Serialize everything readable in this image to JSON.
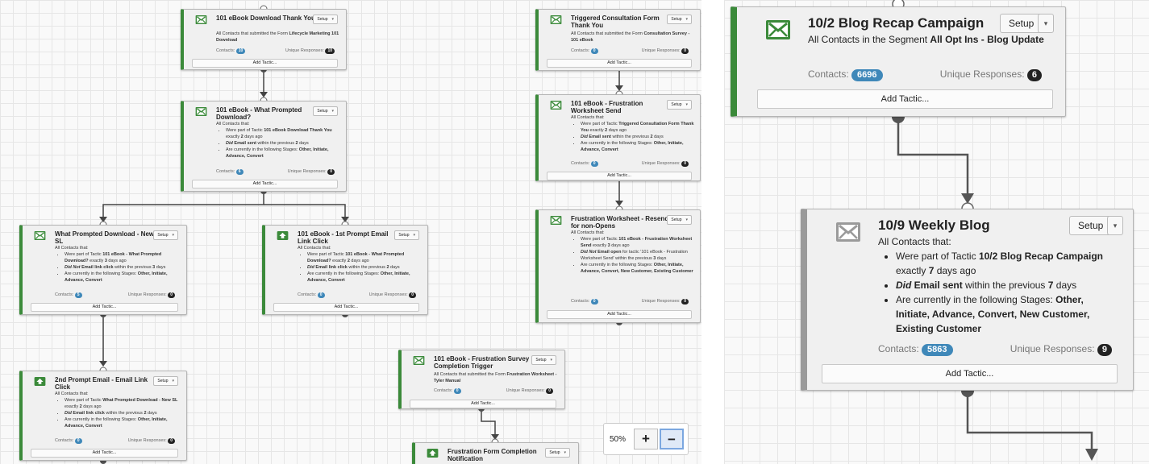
{
  "ui": {
    "setup_label": "Setup",
    "add_tactic_label": "Add Tactic...",
    "contacts_label": "Contacts:",
    "unique_label": "Unique Responses:",
    "all_contacts_that": "All Contacts that:"
  },
  "zoom": {
    "level": "50%",
    "in_label": "+",
    "out_label": "−"
  },
  "colors": {
    "active_border": "#3b8a3a",
    "inactive_border": "#9a9a9a",
    "contacts_badge": "#3f88b9",
    "responses_badge": "#222222",
    "icon_green": "#3b8a3a"
  },
  "left": {
    "t1": {
      "title": "101 eBook Download Thank You",
      "desc_prefix": "All Contacts that submitted the Form ",
      "desc_bold": "Lifecycle Marketing 101 Download",
      "contacts": "10",
      "responses": "10"
    },
    "t2": {
      "title": "101 eBook - What Prompted Download?",
      "b1_a": "Were part of Tactic ",
      "b1_b": "101 eBook Download Thank You",
      "b1_c": " exactly ",
      "b1_d": "2",
      "b1_e": " days ago",
      "b2_a": "Did",
      "b2_b": " Email sent",
      "b2_c": " within the previous ",
      "b2_d": "2",
      "b2_e": " days",
      "b3_a": "Are currently in the following Stages: ",
      "b3_b": "Other, Initiate, Advance, Convert",
      "contacts": "6",
      "responses": "0"
    },
    "t3": {
      "title": "What Prompted Download - New SL",
      "b1_a": "Were part of Tactic ",
      "b1_b": "101 eBook - What Prompted Download?",
      "b1_c": " exactly ",
      "b1_d": "3",
      "b1_e": " days ago",
      "b2_a": "Did Not",
      "b2_b": " Email link click",
      "b2_c": " within the previous ",
      "b2_d": "3",
      "b2_e": " days",
      "b3_a": "Are currently in the following Stages: ",
      "b3_b": "Other, Initiate, Advance, Convert",
      "contacts": "5",
      "responses": "0"
    },
    "t4": {
      "title": "101 eBook - 1st Prompt Email Link Click",
      "b1_a": "Were part of Tactic ",
      "b1_b": "101 eBook - What Prompted Download?",
      "b1_c": " exactly ",
      "b1_d": "2",
      "b1_e": " days ago",
      "b2_a": "Did",
      "b2_b": " Email link click",
      "b2_c": " within the previous ",
      "b2_d": "2",
      "b2_e": " days",
      "b3_a": "Are currently in the following Stages: ",
      "b3_b": "Other, Initiate, Advance, Convert",
      "contacts": "0",
      "responses": "0"
    },
    "t5": {
      "title": "2nd Prompt Email - Email Link Click",
      "b1_a": "Were part of Tactic ",
      "b1_b": "What Prompted Download - New SL",
      "b1_c": " exactly ",
      "b1_d": "2",
      "b1_e": " days ago",
      "b2_a": "Did",
      "b2_b": " Email link click",
      "b2_c": " within the previous ",
      "b2_d": "2",
      "b2_e": " days",
      "b3_a": "Are currently in the following Stages: ",
      "b3_b": "Other, Initiate, Advance, Convert",
      "contacts": "0",
      "responses": "0"
    },
    "t6": {
      "title": "Triggered Consultation Form Thank You",
      "desc_prefix": "All Contacts that submitted the Form ",
      "desc_bold": "Consultation Survey - 101 eBook",
      "contacts": "0",
      "responses": "0"
    },
    "t7": {
      "title": "101 eBook - Frustration Worksheet Send",
      "b1_a": "Were part of Tactic ",
      "b1_b": "Triggered Consultation Form Thank You",
      "b1_c": " exactly ",
      "b1_d": "2",
      "b1_e": " days ago",
      "b2_a": "Did",
      "b2_b": " Email sent",
      "b2_c": " within the previous ",
      "b2_d": "2",
      "b2_e": " days",
      "b3_a": "Are currently in the following Stages: ",
      "b3_b": "Other, Initiate, Advance, Convert",
      "contacts": "0",
      "responses": "0"
    },
    "t8": {
      "title": "Frustration Worksheet - Resend for non-Opens",
      "b1_a": "Were part of Tactic ",
      "b1_b": "101 eBook - Frustration Worksheet Send",
      "b1_c": " exactly ",
      "b1_d": "3",
      "b1_e": " days ago",
      "b2_a": "Did Not",
      "b2_b": " Email open",
      "b2_c": " for tactic '101 eBook - Frustration Worksheet Send' within the previous ",
      "b2_d": "3",
      "b2_e": " days",
      "b3_a": "Are currently in the following Stages: ",
      "b3_b": "Other, Initiate, Advance, Convert, New Customer, Existing Customer",
      "contacts": "0",
      "responses": "0"
    },
    "t9": {
      "title": "101 eBook - Frustration Survey Completion Trigger",
      "desc_prefix": "All Contacts that submitted the Form ",
      "desc_bold": "Frustration Worksheet - Tyler Manual",
      "contacts": "0",
      "responses": "0"
    },
    "t10": {
      "title": "Frustration Form Completion Notification"
    }
  },
  "right": {
    "r1": {
      "title": "10/2 Blog Recap Campaign",
      "desc_prefix": "All Contacts in the Segment ",
      "desc_bold": "All Opt Ins - Blog Update",
      "contacts": "6696",
      "responses": "6"
    },
    "r2": {
      "title": "10/9 Weekly Blog",
      "b1_a": "Were part of Tactic ",
      "b1_b": "10/2 Blog Recap Campaign",
      "b1_c": " exactly ",
      "b1_d": "7",
      "b1_e": " days ago",
      "b2_a": "Did",
      "b2_b": " Email sent",
      "b2_c": " within the previous ",
      "b2_d": "7",
      "b2_e": " days",
      "b3_a": "Are currently in the following Stages: ",
      "b3_b": "Other, Initiate, Advance, Convert, New Customer, Existing Customer",
      "contacts": "5863",
      "responses": "9"
    }
  }
}
